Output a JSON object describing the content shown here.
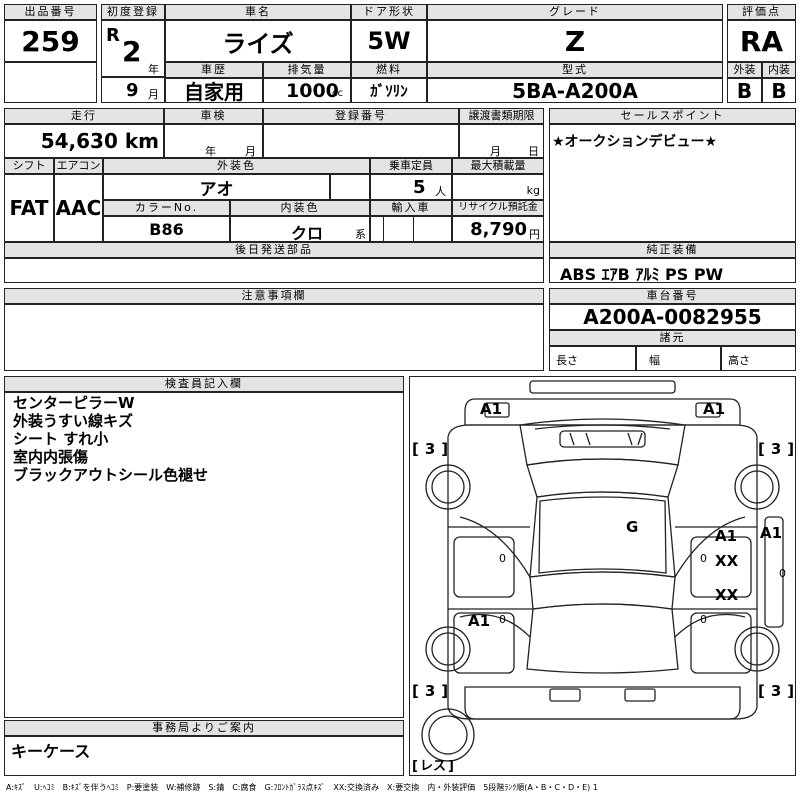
{
  "header": {
    "lot_label": "出品番号",
    "lot": "259",
    "first_reg_label": "初度登録",
    "era": "R",
    "year": "2",
    "year_unit": "年",
    "month": "9",
    "month_unit": "月",
    "car_name_label": "車名",
    "car_name": "ライズ",
    "door_label": "ドア形状",
    "door": "5W",
    "grade_label": "グレード",
    "grade": "Z",
    "score_label": "評価点",
    "score": "RA",
    "history_label": "車歴",
    "history": "自家用",
    "displacement_label": "排気量",
    "displacement": "1000",
    "displacement_unit": "cc",
    "fuel_label": "燃料",
    "fuel": "ｶﾞｿﾘﾝ",
    "model_label": "型式",
    "model": "5BA-A200A",
    "ext_label": "外装",
    "ext": "B",
    "int_label": "内装",
    "int": "B"
  },
  "row2": {
    "mileage_label": "走行",
    "mileage": "54,630",
    "mileage_unit": "km",
    "inspection_label": "車検",
    "inspection_year_unit": "年",
    "inspection_month_unit": "月",
    "reg_no_label": "登録番号",
    "transfer_label": "譲渡書類期限",
    "transfer_month_unit": "月",
    "transfer_day_unit": "日",
    "shift_label": "シフト",
    "shift": "FAT",
    "ac_label": "エアコン",
    "ac": "AAC",
    "color_label": "外装色",
    "color": "アオ",
    "capacity_label": "乗車定員",
    "capacity": "5",
    "capacity_unit": "人",
    "max_load_label": "最大積載量",
    "max_load_unit": "kg",
    "color_no_label": "カラーNo.",
    "color_no": "B86",
    "int_color_label": "内装色",
    "int_color": "クロ",
    "int_color_unit": "系",
    "import_label": "輸入車",
    "recycle_label": "リサイクル預託金",
    "recycle": "8,790",
    "recycle_unit": "円"
  },
  "sales": {
    "label": "セールスポイント",
    "text": "★オークションデビュー★"
  },
  "later_parts": {
    "label": "後日発送部品"
  },
  "equipment": {
    "label": "純正装備",
    "text": "ABS ｴｱB ｱﾙﾐ PS PW"
  },
  "caution": {
    "label": "注意事項欄"
  },
  "chassis": {
    "label": "車台番号",
    "number": "A200A-0082955"
  },
  "specs": {
    "label": "諸元",
    "length": "長さ",
    "width": "幅",
    "height": "高さ"
  },
  "inspector": {
    "label": "検査員記入欄",
    "notes": [
      "センターピラーW",
      "外装うすい線キズ",
      "シート すれ小",
      "室内内張傷",
      "ブラックアウトシール色褪せ"
    ]
  },
  "office": {
    "label": "事務局よりご案内",
    "text": "キーケース"
  },
  "diagram": {
    "marks": [
      "A1",
      "A1",
      "A1",
      "G",
      "A1",
      "XX",
      "XX",
      "A1"
    ],
    "tires": [
      "3",
      "3",
      "3",
      "3"
    ],
    "spare": "レス",
    "zeros": [
      "0",
      "0",
      "0",
      "0",
      "0"
    ]
  },
  "legend": "A:ｷｽﾞ　U:ﾍｺﾐ　B:ｷｽﾞを伴うﾍｺﾐ　P:要塗装　W:補修跡　S:錆　C:腐食　G:ﾌﾛﾝﾄｶﾞﾗｽ点ｷｽﾞ　XX:交換済み　X:要交換　内・外装評価　5段階ﾗﾝｸ順(A・B・C・D・E) 1"
}
